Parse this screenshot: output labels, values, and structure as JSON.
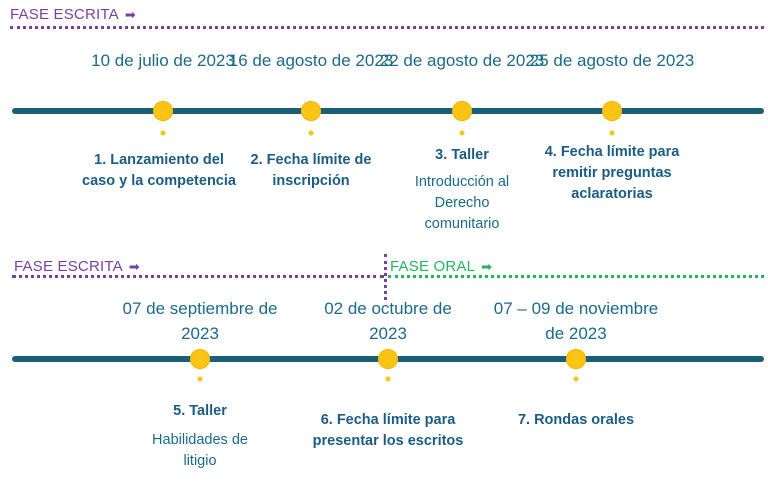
{
  "colors": {
    "escrita": "#7b3fa0",
    "oral": "#21b65b",
    "track": "#1b5e78",
    "node": "#f9c414",
    "text": "#1a6a8a"
  },
  "top": {
    "phase_label": "FASE ESCRITA",
    "phase_arrow": "➡",
    "events": [
      {
        "date": "10 de julio de 2023",
        "title": "1. Lanzamiento del caso y la competencia",
        "desc": ""
      },
      {
        "date": "16 de agosto de 2023",
        "title": "2. Fecha límite de inscripción",
        "desc": ""
      },
      {
        "date": "22 de agosto de 2023",
        "title": "3. Taller",
        "desc": "Introducción al Derecho comunitario"
      },
      {
        "date": "25 de agosto de 2023",
        "title": "4. Fecha límite para remitir preguntas aclaratorias",
        "desc": ""
      }
    ]
  },
  "bottom": {
    "phase_label_escrita": "FASE ESCRITA",
    "phase_label_oral": "FASE ORAL",
    "phase_arrow": "➡",
    "events": [
      {
        "date": "07 de septiembre de 2023",
        "title": "5. Taller",
        "desc": "Habilidades de litigio"
      },
      {
        "date": "02 de octubre de 2023",
        "title": "6. Fecha límite para presentar los escritos",
        "desc": ""
      },
      {
        "date": "07 – 09 de noviembre de 2023",
        "title": "7. Rondas orales",
        "desc": ""
      }
    ]
  }
}
